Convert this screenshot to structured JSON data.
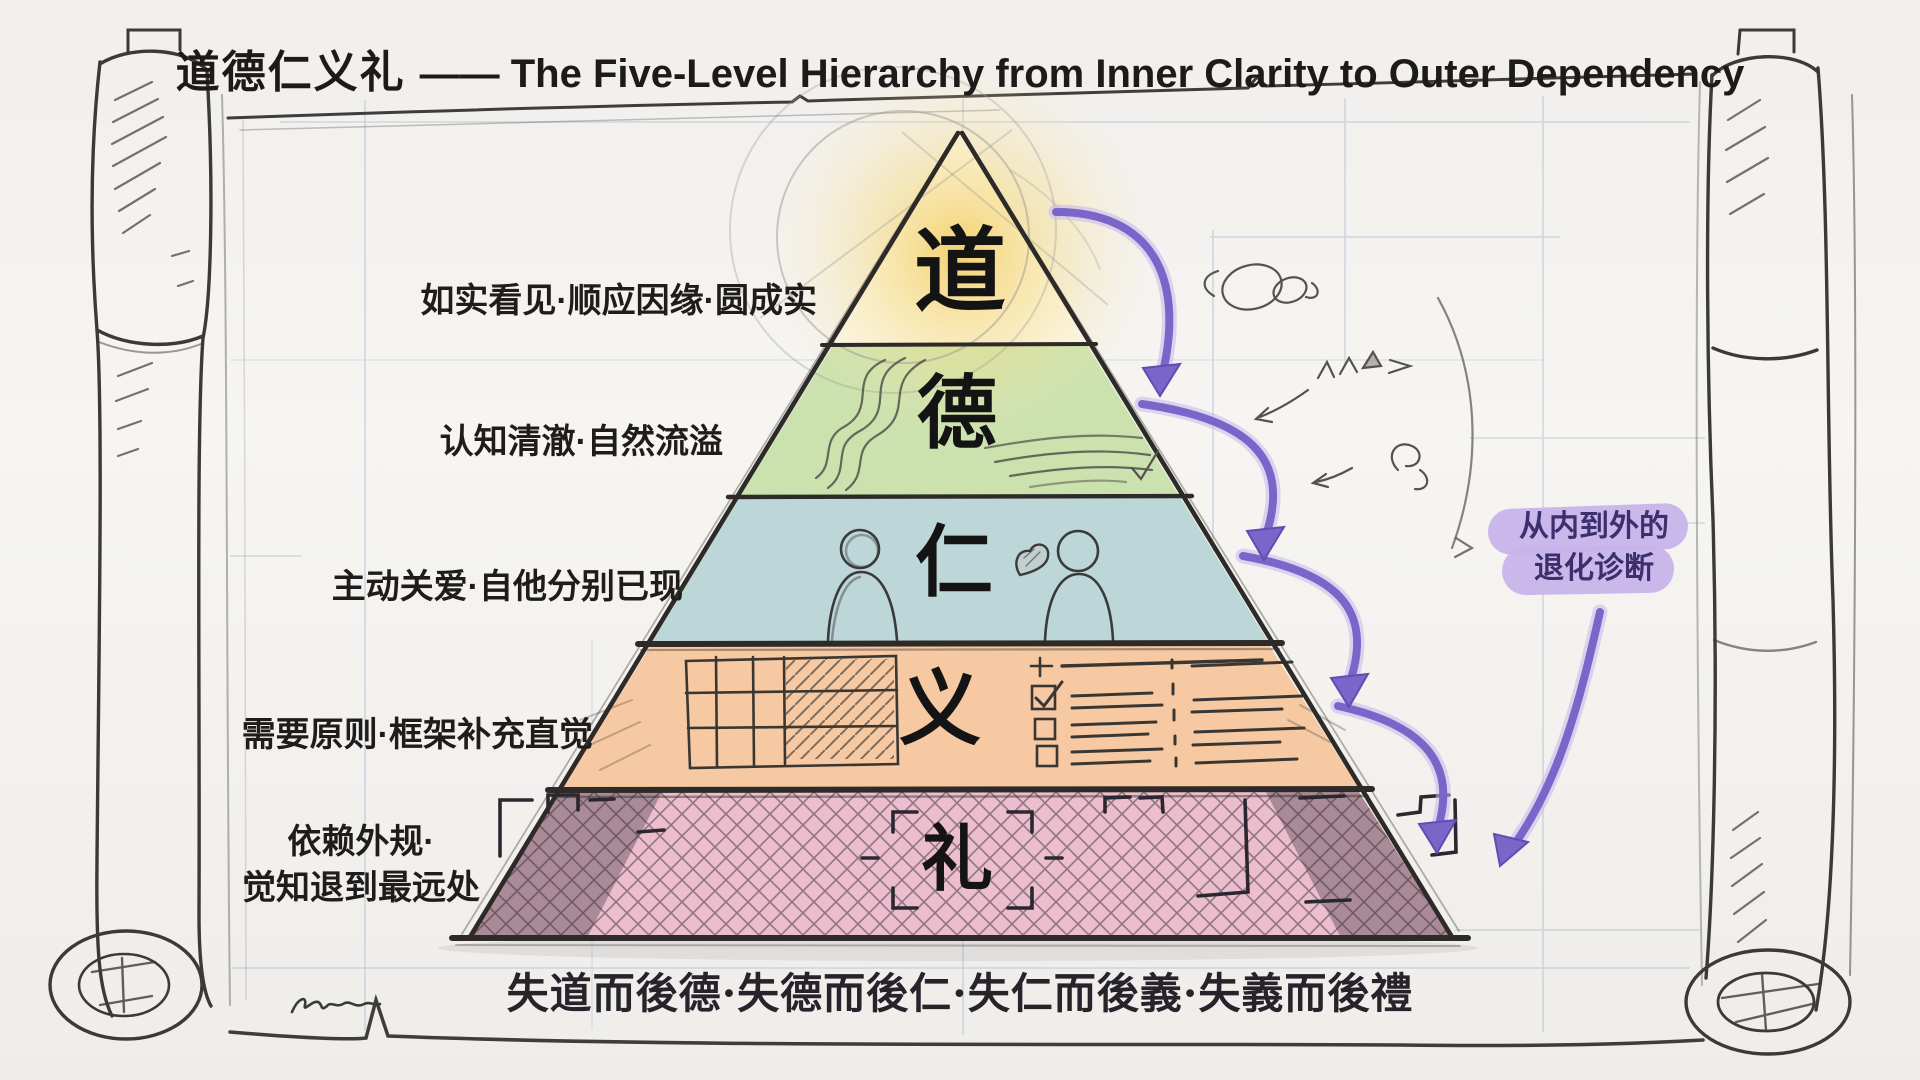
{
  "title": {
    "zh": "道德仁义礼",
    "en": "—— The Five-Level Hierarchy from Inner Clarity to Outer Dependency"
  },
  "levels": [
    {
      "char": "道",
      "label": "如实看见·顺应因缘·圆成实",
      "color": "#fbf7ec"
    },
    {
      "char": "德",
      "label": "认知清澈·自然流溢",
      "color": "#cbe2af"
    },
    {
      "char": "仁",
      "label": "主动关爱·自他分别已现",
      "color": "#bdd7d9"
    },
    {
      "char": "义",
      "label": "需要原则·框架补充直觉",
      "color": "#f6c9a2"
    },
    {
      "char": "礼",
      "label": "依赖外规·",
      "label2": "觉知退到最远处",
      "color": "#ecbecd"
    }
  ],
  "annotation": {
    "line1": "从内到外的",
    "line2": "退化诊断"
  },
  "quote": {
    "text": "失道而後德·失德而後仁·失仁而後義·失義而後禮"
  },
  "colors": {
    "arrow_purple": "#7a66c8",
    "arrow_halo": "#c6b7ef",
    "note_highlight": "#c8b4ea",
    "note_text": "#3c2f6e",
    "glow_yellow": "#f1c23e",
    "pencil": "#4a4845",
    "grid_blue": "#8fa8c8"
  },
  "doodles": {
    "top": "sun-glow-halo",
    "level_de": "flowing-stream-doodle",
    "level_ren": "two-people-heart-doodle",
    "level_yi": "grid-and-checklist-doodle",
    "level_li": "crosshatch-and-bracket-doodle",
    "right": "cascading-degradation-arrows",
    "frame": "hand-drawn-scroll"
  }
}
